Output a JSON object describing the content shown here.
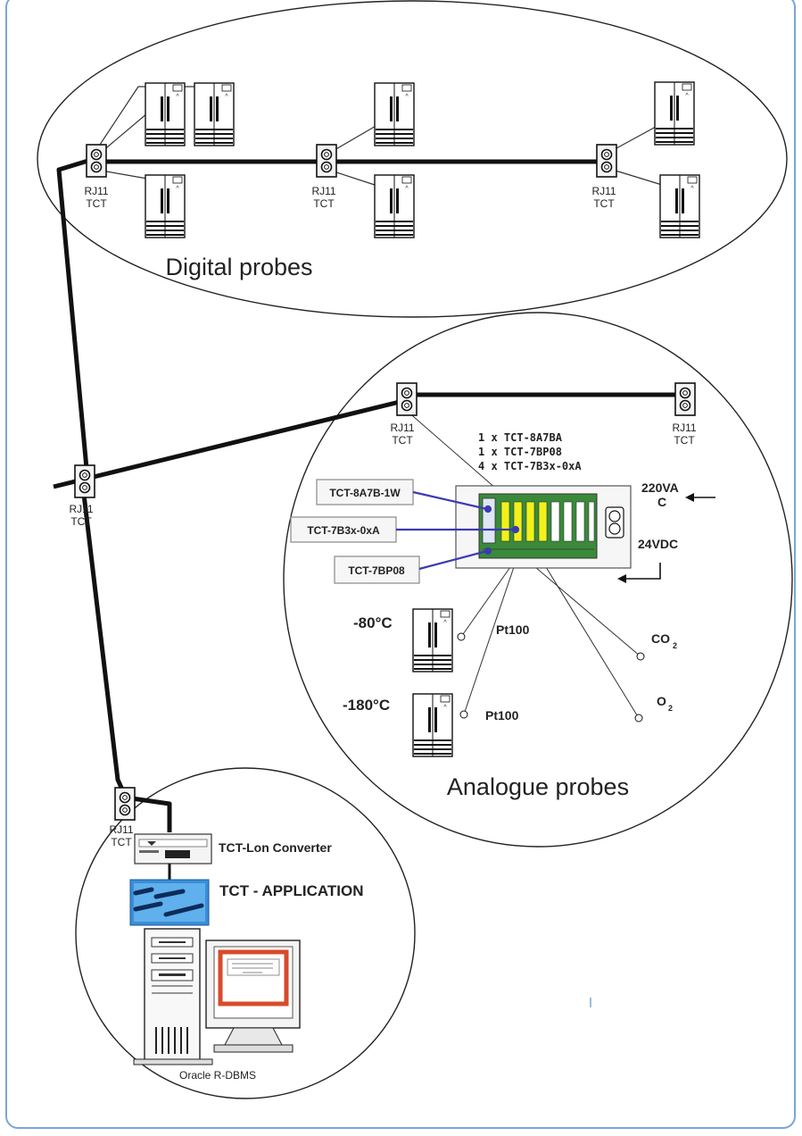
{
  "zones": {
    "digital": "Digital probes",
    "analogue": "Analogue probes"
  },
  "socket_label": {
    "line1": "RJ11",
    "line2": "TCT"
  },
  "modules_list": [
    "1 x TCT-8A7BA",
    "1 x TCT-7BP08",
    "4 x TCT-7B3x-0xA"
  ],
  "module_boxes": [
    "TCT-8A7B-1W",
    "TCT-7B3x-0xA",
    "TCT-7BP08"
  ],
  "power": {
    "ac_line1": "220VA",
    "ac_line2": "C",
    "dc": "24VDC"
  },
  "freezers": {
    "upper_temp": "-80°C",
    "lower_temp": "-180°C",
    "sensor_upper": "Pt100",
    "sensor_lower": "Pt100"
  },
  "gases": {
    "co2_main": "CO",
    "co2_sub": "2",
    "o2_main": "O",
    "o2_sub": "2"
  },
  "converter": "TCT-Lon Converter",
  "application": "TCT - APPLICATION",
  "database": "Oracle R-DBMS",
  "colors": {
    "frame": "#7aa6d6",
    "bus": "#111111",
    "link": "#3b3bb3",
    "module_green": "#3a8a3a",
    "module_yellow": "#f2f21a",
    "screen_red": "#d84a2a"
  }
}
